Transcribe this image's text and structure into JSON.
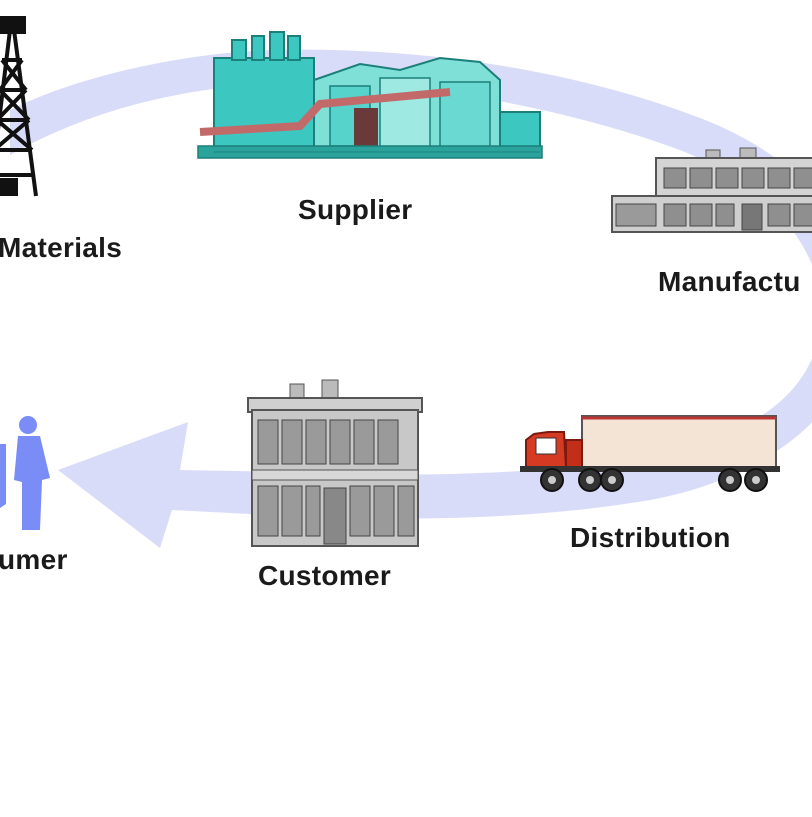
{
  "diagram": {
    "title": "",
    "stages": [
      {
        "id": "raw-materials",
        "label": "Materials",
        "icon": "oil-derrick-icon"
      },
      {
        "id": "supplier",
        "label": "Supplier",
        "icon": "factory-icon"
      },
      {
        "id": "manufacturer",
        "label": "Manufactu",
        "icon": "manufacturing-plant-icon"
      },
      {
        "id": "distribution",
        "label": "Distribution",
        "icon": "semi-truck-icon"
      },
      {
        "id": "customer",
        "label": "Customer",
        "icon": "office-building-icon"
      },
      {
        "id": "consumer",
        "label": "umer",
        "icon": "people-icon"
      }
    ],
    "colors": {
      "arrow": "#d9dcf8",
      "consumer": "#7a8cf5",
      "supplier": "#3cc7c0",
      "building": "#c8c8c8",
      "truck_cab": "#d63a22",
      "trailer": "#f3e4d6"
    }
  }
}
